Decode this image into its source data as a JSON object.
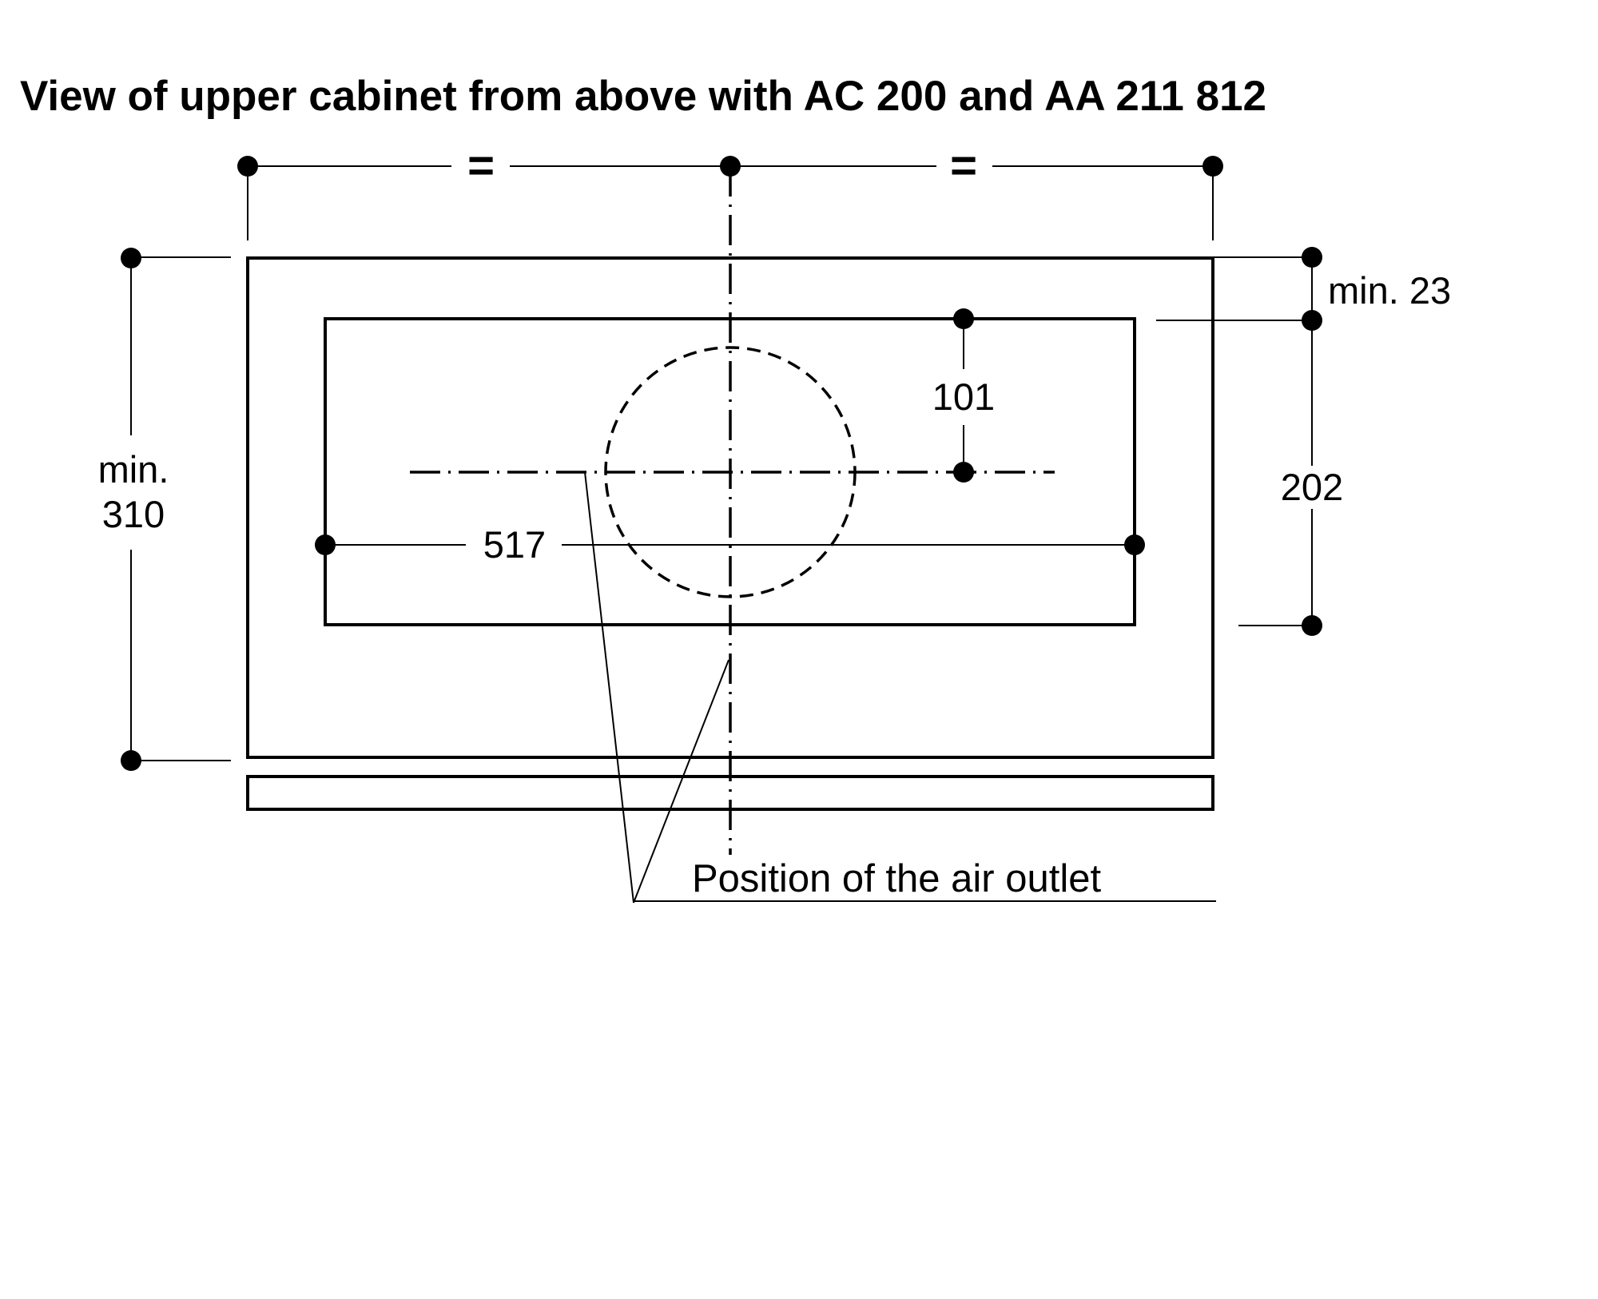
{
  "page": {
    "background": "#ffffff",
    "line_color": "#000000"
  },
  "title": "View of upper cabinet from above with AC 200 and AA 211 812",
  "diagram": {
    "top_dimension": {
      "equal_left": "=",
      "equal_right": "="
    },
    "left_dimension": {
      "line1": "min.",
      "line2": "310"
    },
    "right_dimension": {
      "clearance": "min. 23",
      "cutout_height": "202"
    },
    "inner_dimensions": {
      "outlet_offset": "101",
      "cutout_width": "517"
    },
    "caption": "Position of the air outlet"
  }
}
